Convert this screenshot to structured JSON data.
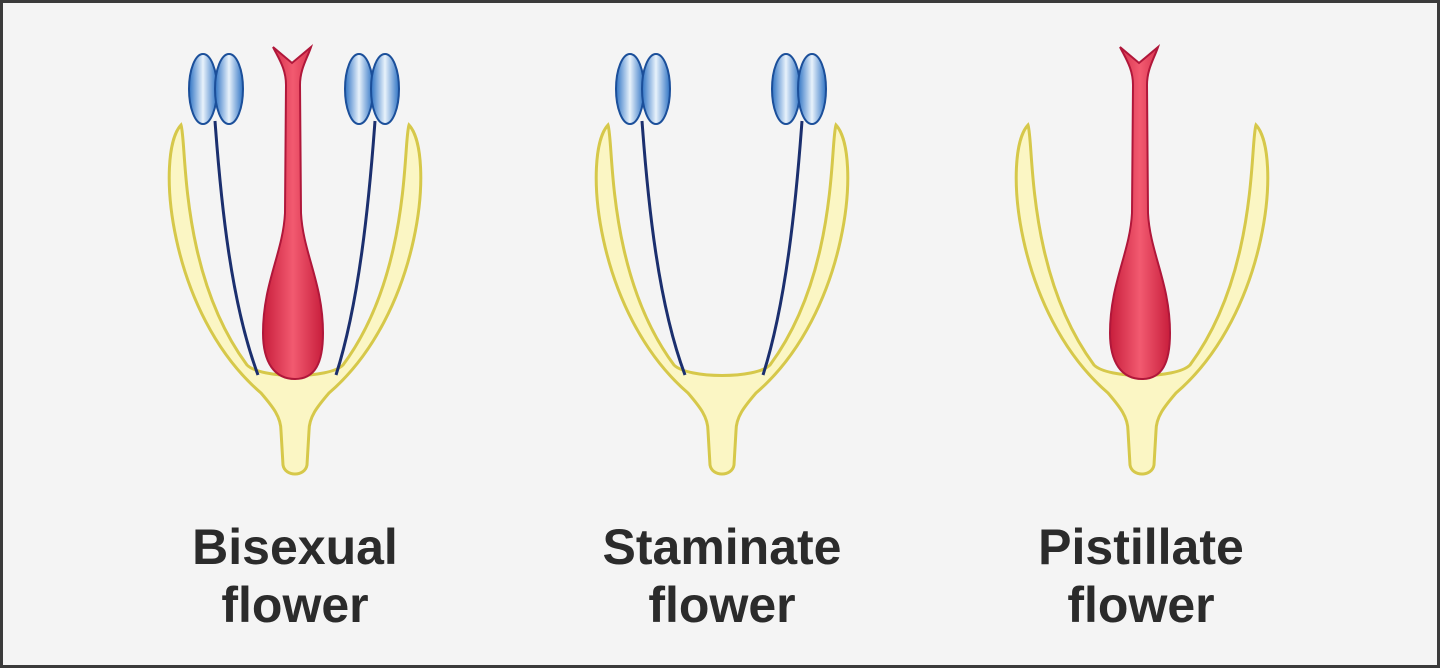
{
  "colors": {
    "petal_fill": "#fbf6c4",
    "petal_stroke": "#d6c84a",
    "pistil": "#e0344e",
    "anther": "#3f86d2",
    "filament": "#1b2f6e",
    "border": "#3a3a3a",
    "background": "#f4f4f4"
  },
  "flowers": [
    {
      "line1": "Bisexual",
      "line2": "flower",
      "has_stamens": true,
      "has_pistil": true
    },
    {
      "line1": "Staminate",
      "line2": "flower",
      "has_stamens": true,
      "has_pistil": false
    },
    {
      "line1": "Pistillate",
      "line2": "flower",
      "has_stamens": false,
      "has_pistil": true
    }
  ]
}
